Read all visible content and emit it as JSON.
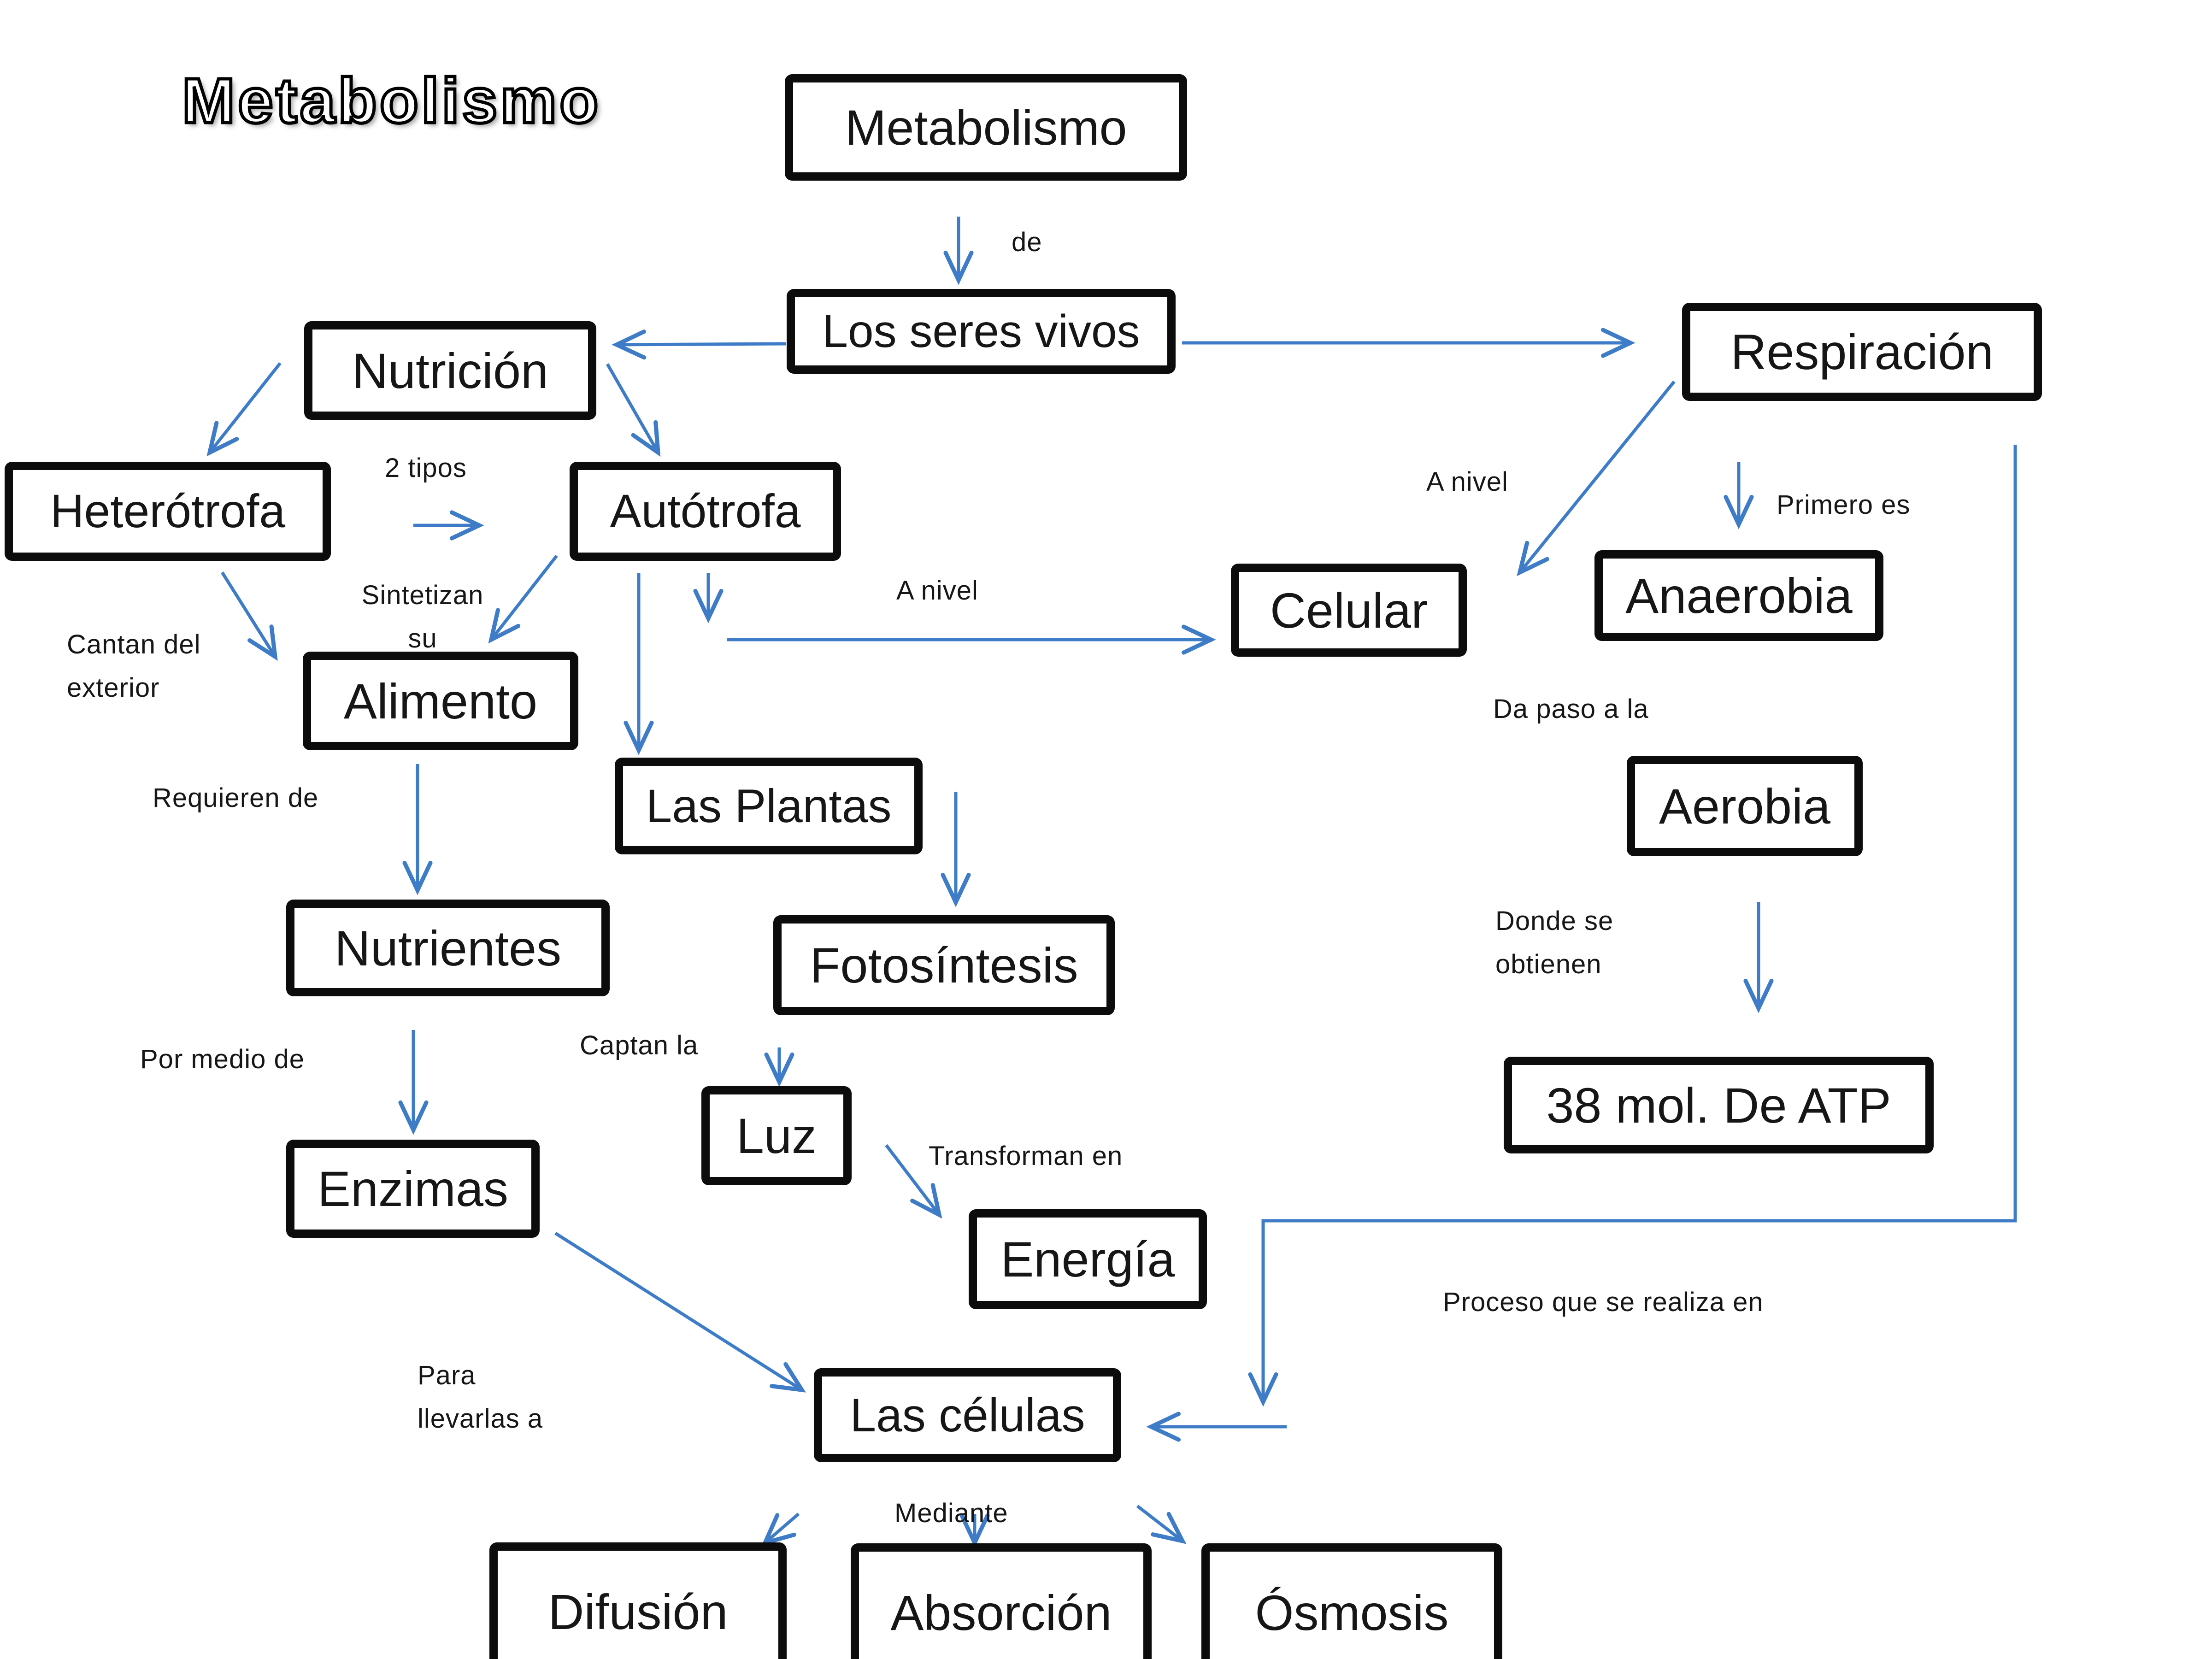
{
  "title": "Metabolismo",
  "colors": {
    "background": "#ffffff",
    "box_border": "#0c0c0c",
    "arrow": "#3e7cc7",
    "text": "#161616"
  },
  "nodes": {
    "metabolismo": {
      "label": "Metabolismo"
    },
    "seres_vivos": {
      "label": "Los seres vivos"
    },
    "nutricion": {
      "label": "Nutrición"
    },
    "heterotrofa": {
      "label": "Heterótrofa"
    },
    "autotrofa": {
      "label": "Autótrofa"
    },
    "alimento": {
      "label": "Alimento"
    },
    "nutrientes": {
      "label": "Nutrientes"
    },
    "las_plantas": {
      "label": "Las Plantas"
    },
    "fotosintesis": {
      "label": "Fotosíntesis"
    },
    "luz": {
      "label": "Luz"
    },
    "energia": {
      "label": "Energía"
    },
    "enzimas": {
      "label": "Enzimas"
    },
    "las_celulas": {
      "label": "Las células"
    },
    "celular": {
      "label": "Celular"
    },
    "respiracion": {
      "label": "Respiración"
    },
    "anaerobia": {
      "label": "Anaerobia"
    },
    "aerobia": {
      "label": "Aerobia"
    },
    "atp": {
      "label": "38 mol. De ATP"
    },
    "difusion": {
      "label": "Difusión"
    },
    "absorcion": {
      "label": "Absorción"
    },
    "osmosis": {
      "label": "Ósmosis"
    }
  },
  "edge_labels": {
    "de": "de",
    "dos_tipos": "2 tipos",
    "sintetizan_line1": "Sintetizan",
    "sintetizan_line2": "su",
    "cantan_line1": "Cantan del",
    "cantan_line2": "exterior",
    "a_nivel_center": "A nivel",
    "a_nivel_right": "A nivel",
    "primero_es": "Primero es",
    "requieren_de": "Requieren de",
    "da_paso_a_la": "Da paso a la",
    "donde_line1": "Donde se",
    "donde_line2": "obtienen",
    "por_medio_de": "Por medio de",
    "captan_la": "Captan la",
    "transforman_en": "Transforman en",
    "proceso": "Proceso que se realiza en",
    "para_line1": "Para",
    "para_line2": "llevarlas a",
    "mediante": "Mediante"
  }
}
